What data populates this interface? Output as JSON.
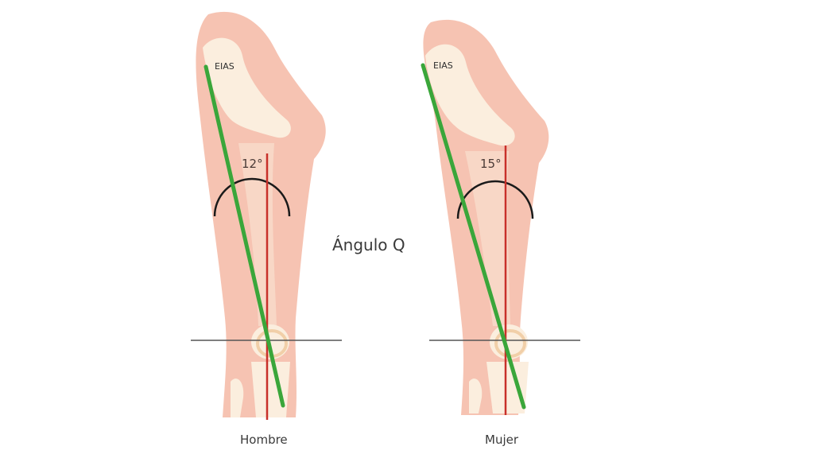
{
  "title": "Ángulo Q",
  "colors": {
    "skin": "#f6c3b2",
    "skin_dark": "#eeaa96",
    "bone": "#fbeede",
    "q_line": "#3aa63a",
    "vertical_line": "#c8302a",
    "horizontal_line": "#555555",
    "arc": "#1a1a1a"
  },
  "figures": [
    {
      "name": "hombre",
      "caption": "Hombre",
      "landmark": "EIAS",
      "angle_label": "12°",
      "angle_deg": 12
    },
    {
      "name": "mujer",
      "caption": "Mujer",
      "landmark": "EIAS",
      "angle_label": "15°",
      "angle_deg": 15
    }
  ]
}
